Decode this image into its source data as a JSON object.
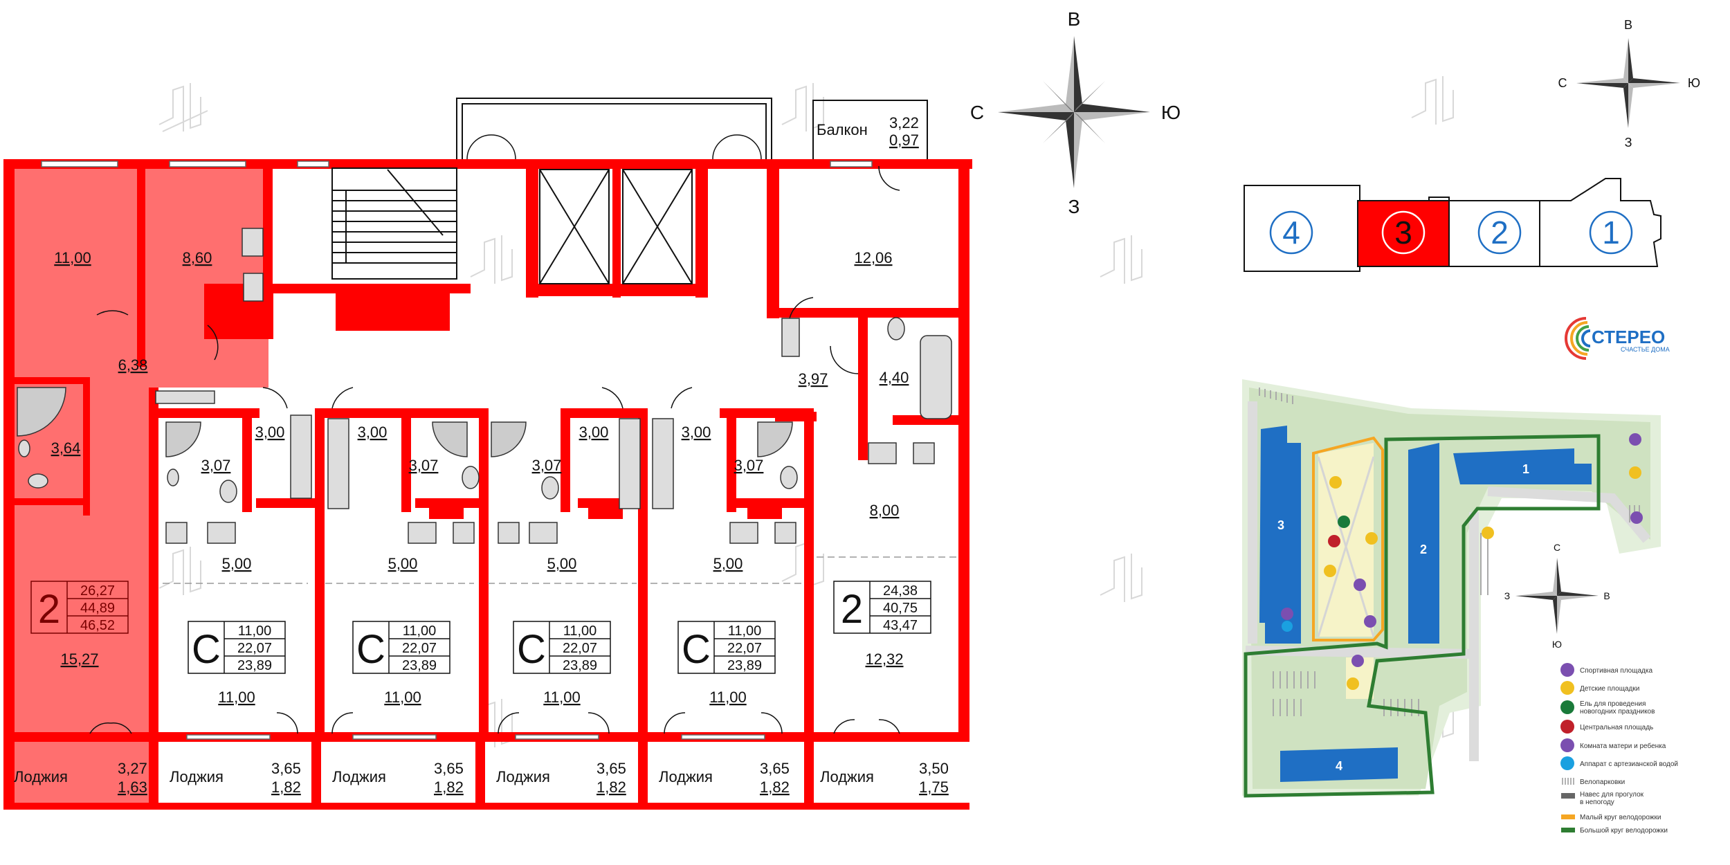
{
  "compass_big": {
    "n": "В",
    "s": "З",
    "w": "С",
    "e": "Ю"
  },
  "compass_small": {
    "n": "В",
    "s": "З",
    "w": "С",
    "e": "Ю"
  },
  "compass_map": {
    "n": "С",
    "s": "Ю",
    "w": "З",
    "e": "В"
  },
  "sections": [
    "4",
    "3",
    "2",
    "1"
  ],
  "selected_section": "3",
  "brand": {
    "name": "СТЕРЕО",
    "tagline": "СЧАСТЬЕ ДОМА"
  },
  "balcony": {
    "label": "Балкон",
    "area1": "3,22",
    "area2": "0,97"
  },
  "rooms": {
    "r1100": "11,00",
    "r860": "8,60",
    "r638": "6,38",
    "r364": "3,64",
    "r1527": "15,27",
    "r1206": "12,06",
    "r397": "3,97",
    "r440": "4,40",
    "r800": "8,00",
    "r1232": "12,32",
    "b1": "3,07",
    "b2": "3,07",
    "b3": "3,07",
    "b4": "3,07",
    "h1": "3,00",
    "h2": "3,00",
    "h3": "3,00",
    "h4": "3,00",
    "k1": "5,00",
    "k2": "5,00",
    "k3": "5,00",
    "k4": "5,00",
    "s1": "11,00",
    "s2": "11,00",
    "s3": "11,00",
    "s4": "11,00"
  },
  "loggias": [
    {
      "label": "Лоджия",
      "a": "3,27",
      "b": "1,63"
    },
    {
      "label": "Лоджия",
      "a": "3,65",
      "b": "1,82"
    },
    {
      "label": "Лоджия",
      "a": "3,65",
      "b": "1,82"
    },
    {
      "label": "Лоджия",
      "a": "3,65",
      "b": "1,82"
    },
    {
      "label": "Лоджия",
      "a": "3,65",
      "b": "1,82"
    },
    {
      "label": "Лоджия",
      "a": "3,50",
      "b": "1,75"
    }
  ],
  "apartments": [
    {
      "type": "2",
      "v1": "26,27",
      "v2": "44,89",
      "v3": "46,52"
    },
    {
      "type": "С",
      "v1": "11,00",
      "v2": "22,07",
      "v3": "23,89"
    },
    {
      "type": "С",
      "v1": "11,00",
      "v2": "22,07",
      "v3": "23,89"
    },
    {
      "type": "С",
      "v1": "11,00",
      "v2": "22,07",
      "v3": "23,89"
    },
    {
      "type": "С",
      "v1": "11,00",
      "v2": "22,07",
      "v3": "23,89"
    },
    {
      "type": "2",
      "v1": "24,38",
      "v2": "40,75",
      "v3": "43,47"
    }
  ],
  "map_buildings": [
    "1",
    "2",
    "3",
    "4"
  ],
  "legend": [
    {
      "text": "Спортивная площадка",
      "color": "#7b4fb0"
    },
    {
      "text": "Детские площадки",
      "color": "#f0c020"
    },
    {
      "text": "Ель для проведения",
      "text2": "новогодних праздников",
      "color": "#1a7a3a"
    },
    {
      "text": "Центральная площадь",
      "color": "#c0202a"
    },
    {
      "text": "Комната матери и ребенка",
      "color": "#7b4fb0"
    },
    {
      "text": "Аппарат с артезианской водой",
      "color": "#1aa0e0"
    },
    {
      "text": "Велопарковки",
      "color": "#999999"
    },
    {
      "text": "Навес для прогулок",
      "text2": "в непогоду",
      "color": "#666666"
    },
    {
      "text": "Малый круг велодорожки",
      "color": "#f5a623"
    },
    {
      "text": "Большой круг велодорожки",
      "color": "#2e7d32"
    }
  ],
  "colors": {
    "wall": "#ff0000",
    "selected_fill": "#ff6f6f",
    "map_blue": "#1f6fc4",
    "map_green": "#2e7d32",
    "map_orange": "#f5a623"
  }
}
